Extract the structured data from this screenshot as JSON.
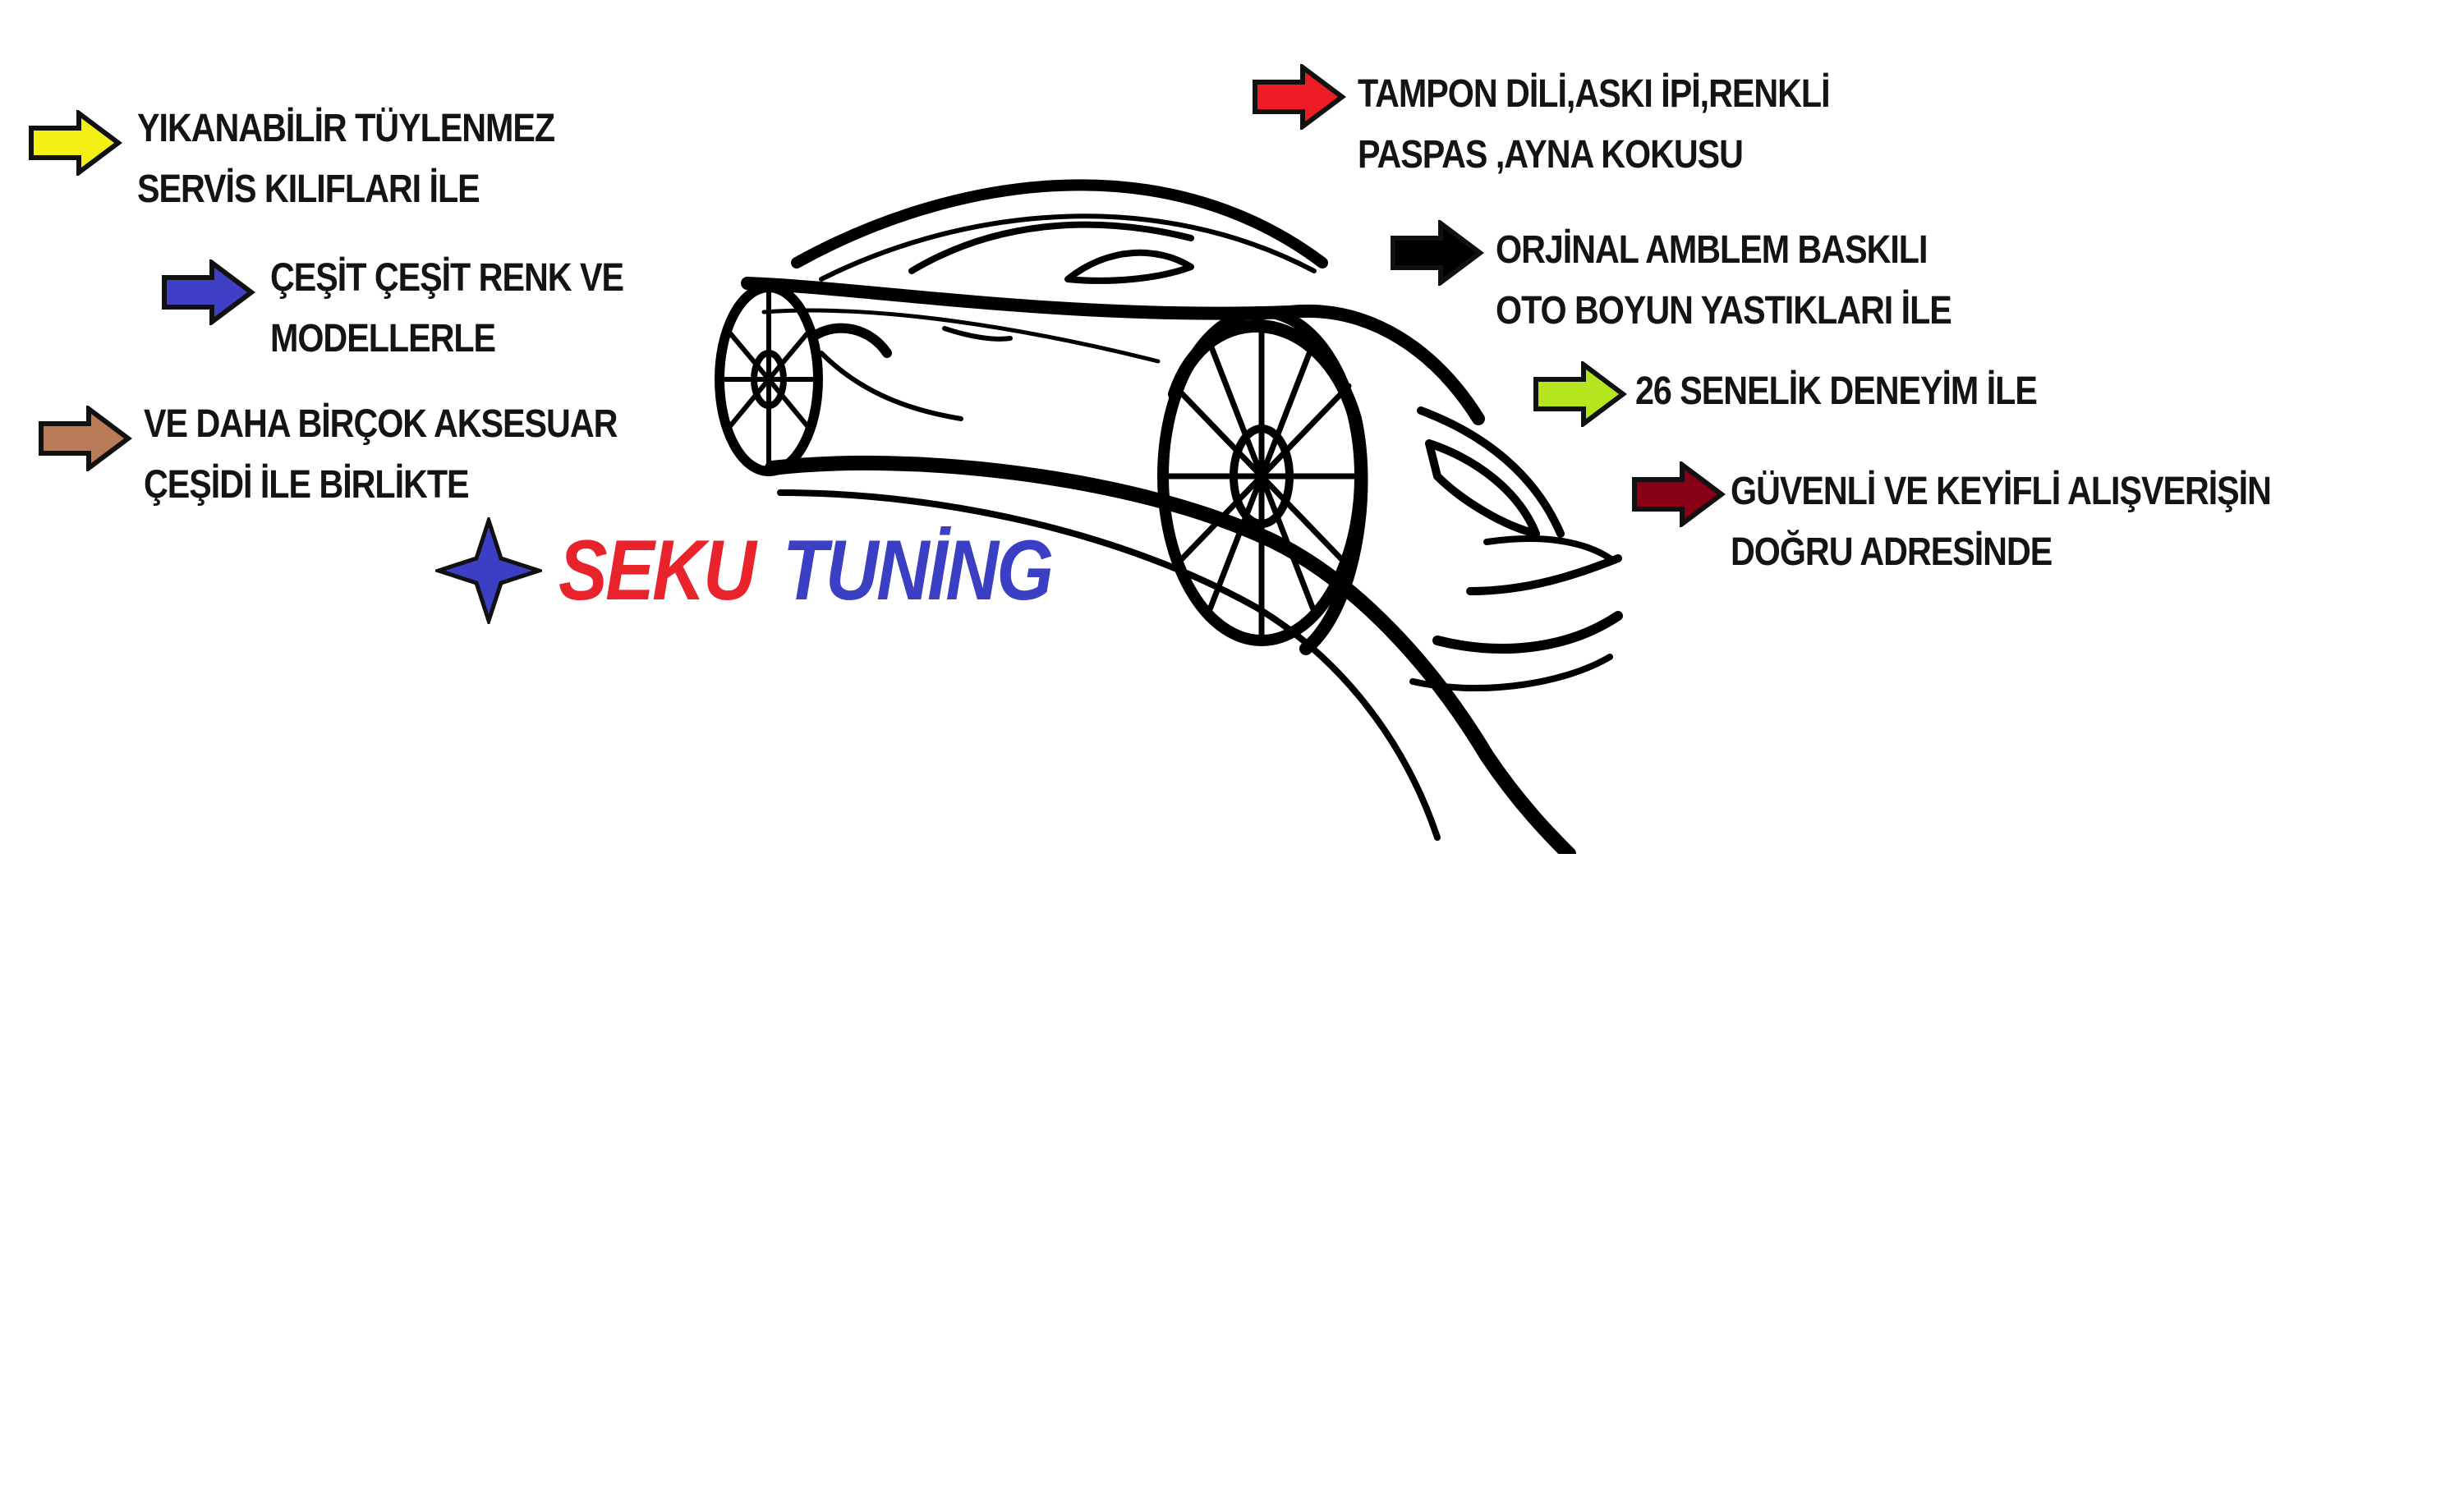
{
  "callouts": [
    {
      "id": "yellow",
      "arrow_color": "#f5f014",
      "lines": [
        "YIKANABİLİR TÜYLENMEZ",
        "SERVİS KILIFLARI İLE"
      ]
    },
    {
      "id": "blue",
      "arrow_color": "#3f3fc6",
      "lines": [
        "ÇEŞİT ÇEŞİT RENK VE",
        "MODELLERLE"
      ]
    },
    {
      "id": "brown",
      "arrow_color": "#b97a57",
      "lines": [
        "VE DAHA BİRÇOK AKSESUAR",
        "ÇEŞİDİ İLE BİRLİKTE"
      ]
    },
    {
      "id": "red",
      "arrow_color": "#ee1c24",
      "lines": [
        "TAMPON DİLİ,ASKI İPİ,RENKLİ",
        "PASPAS ,AYNA KOKUSU"
      ]
    },
    {
      "id": "black",
      "arrow_color": "#000000",
      "lines": [
        "ORJİNAL AMBLEM BASKILI",
        "OTO BOYUN YASTIKLARI İLE"
      ]
    },
    {
      "id": "lime",
      "arrow_color": "#b5e61d",
      "lines": [
        "26 SENELİK DENEYİM İLE"
      ]
    },
    {
      "id": "maroon",
      "arrow_color": "#880015",
      "lines": [
        "GÜVENLİ VE KEYİFLİ ALIŞVERİŞİN",
        "DOĞRU ADRESİNDE"
      ]
    }
  ],
  "brand": {
    "word1": "SEKU",
    "word2": "TUNİNG",
    "word1_color": "#e8232b",
    "word2_color": "#3a3fc4",
    "star_color": "#3a3fc4",
    "star_icon": "four-point-star-icon"
  },
  "illustration": {
    "icon": "sports-car-outline-icon",
    "color": "#000000"
  }
}
